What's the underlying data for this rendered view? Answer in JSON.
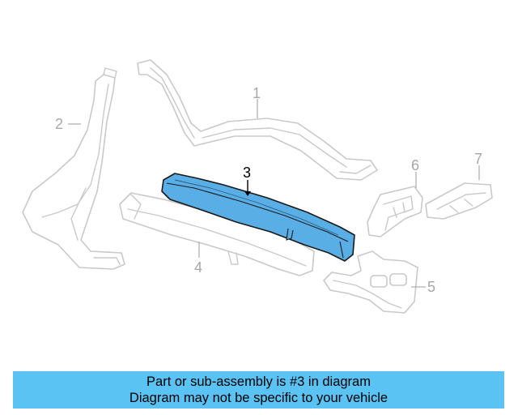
{
  "diagram": {
    "callouts": {
      "c1": "1",
      "c2": "2",
      "c3": "3",
      "c4": "4",
      "c5": "5",
      "c6": "6",
      "c7": "7"
    },
    "highlighted_part": "3",
    "colors": {
      "highlight_fill": "#5aaee6",
      "highlight_stroke": "#1a1a1a",
      "ghost_stroke": "#c9c9c9",
      "banner_bg": "#5bc2f4"
    }
  },
  "banner": {
    "line1": "Part or sub-assembly is #3 in diagram",
    "line2": "Diagram may not be specific to your vehicle"
  }
}
